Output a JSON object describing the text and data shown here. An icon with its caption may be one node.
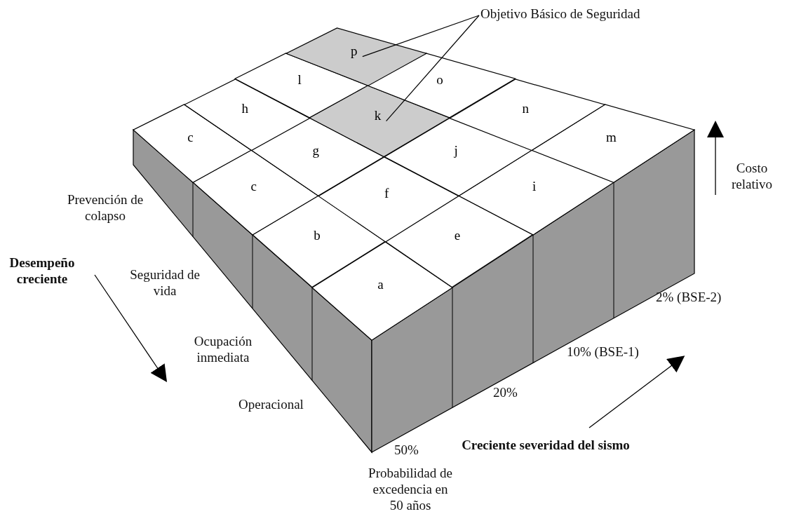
{
  "diagram": {
    "nodes": [
      {
        "text": [
          "Objetivo Básico de Seguridad"
        ]
      },
      {
        "text": [
          "a"
        ]
      },
      {
        "text": [
          "b"
        ]
      },
      {
        "text": [
          "c"
        ]
      },
      {
        "text": [
          "c"
        ]
      },
      {
        "text": [
          "e"
        ]
      },
      {
        "text": [
          "f"
        ]
      },
      {
        "text": [
          "g"
        ]
      },
      {
        "text": [
          "h"
        ]
      },
      {
        "text": [
          "i"
        ]
      },
      {
        "text": [
          "j"
        ]
      },
      {
        "text": [
          "k"
        ]
      },
      {
        "text": [
          "l"
        ]
      },
      {
        "text": [
          "m"
        ]
      },
      {
        "text": [
          "n"
        ]
      },
      {
        "text": [
          "o"
        ]
      },
      {
        "text": [
          "p"
        ]
      }
    ],
    "edges": [
      {
        "from": 0,
        "to": 16,
        "arrow": "none"
      },
      {
        "from": 0,
        "to": 11,
        "arrow": "none"
      }
    ],
    "labels": [
      "Costo relativo",
      "Prevención de colapso",
      "Desempeño creciente",
      "Seguridad de vida",
      "Ocupación inmediata",
      "2% (BSE-2)",
      "10% (BSE-1)",
      "20%",
      "Operacional",
      "50%",
      "Creciente severidad del sismo",
      "Probabilidad de excedencia en 50 años"
    ]
  }
}
